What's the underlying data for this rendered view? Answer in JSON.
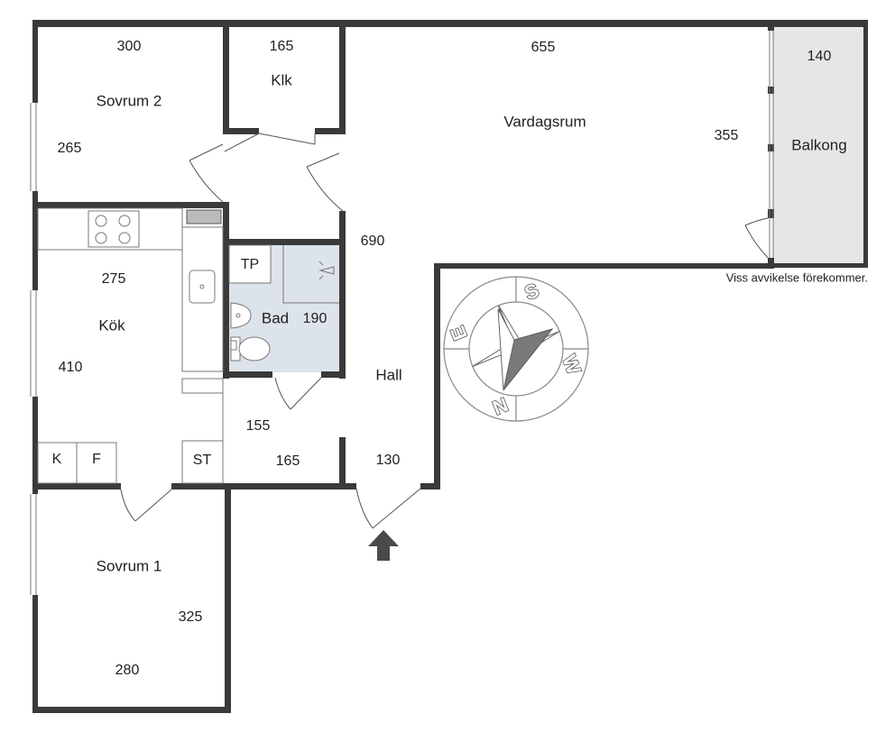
{
  "rooms": {
    "sovrum2": {
      "name": "Sovrum 2",
      "width": "300",
      "depth": "265"
    },
    "klk": {
      "name": "Klk",
      "width": "165"
    },
    "vardagsrum": {
      "name": "Vardagsrum",
      "width": "655",
      "depth": "355"
    },
    "balkong": {
      "name": "Balkong",
      "width": "140"
    },
    "kok": {
      "name": "Kök",
      "width": "275",
      "depth": "410"
    },
    "bad": {
      "name": "Bad",
      "depth": "190"
    },
    "hall": {
      "name": "Hall",
      "depth": "690",
      "width": "130"
    },
    "closet": {
      "depth": "155",
      "width": "165"
    },
    "sovrum1": {
      "name": "Sovrum 1",
      "depth": "325",
      "width": "280"
    }
  },
  "fixtures": {
    "tp": "TP",
    "k": "K",
    "f": "F",
    "st": "ST"
  },
  "note": "Viss avvikelse förekommer.",
  "compass": {
    "s": "S",
    "w": "W",
    "n": "N",
    "e": "E"
  },
  "colors": {
    "wall": "#3a3a3a",
    "bathroom_fill": "#dde3ea",
    "balcony_fill": "#e6e6e6",
    "compass_arrow": "#7a7a7a"
  }
}
